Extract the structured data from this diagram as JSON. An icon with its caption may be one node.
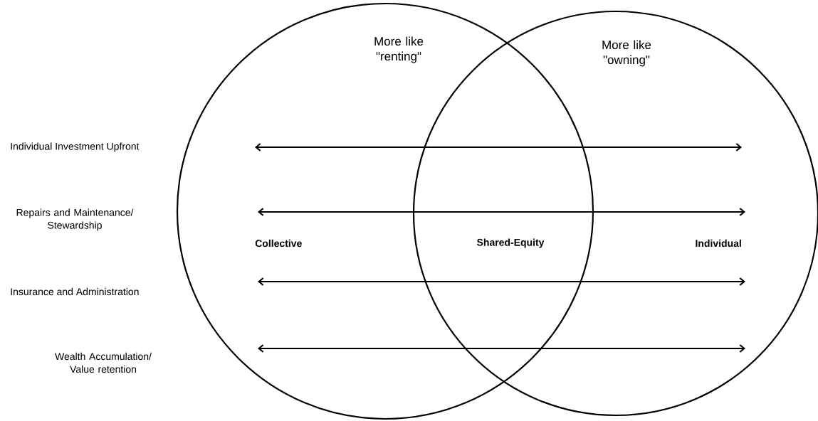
{
  "diagram": {
    "nodes": [
      {
        "text": [
          "More like \"renting\""
        ]
      },
      {
        "text": [
          "More like \"owning\""
        ]
      }
    ],
    "edges": [
      {
        "from": 0,
        "to": 1,
        "arrow": "both"
      },
      {
        "from": 0,
        "to": 1,
        "arrow": "both"
      },
      {
        "from": 0,
        "to": 1,
        "arrow": "both"
      },
      {
        "from": 0,
        "to": 1,
        "arrow": "both"
      }
    ],
    "labels": [
      "Individual Investment Upfront",
      "Repairs and Maintenance/ Stewardship",
      "Insurance and Administration",
      "Wealth Accumulation/ Value retention",
      "Collective",
      "Shared-Equity",
      "Individual"
    ]
  }
}
